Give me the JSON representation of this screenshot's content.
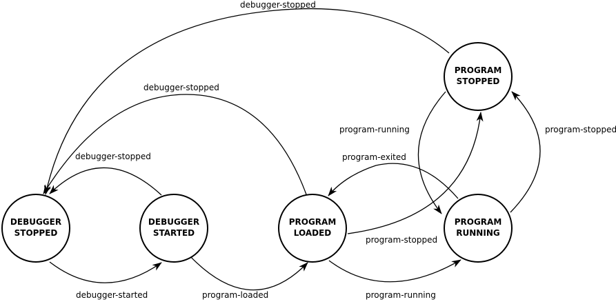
{
  "states": [
    {
      "id": "debugger-stopped",
      "lines": [
        "DEBUGGER",
        "STOPPED"
      ]
    },
    {
      "id": "debugger-started",
      "lines": [
        "DEBUGGER",
        "STARTED"
      ]
    },
    {
      "id": "program-loaded",
      "lines": [
        "PROGRAM",
        "LOADED"
      ]
    },
    {
      "id": "program-running",
      "lines": [
        "PROGRAM",
        "RUNNING"
      ]
    },
    {
      "id": "program-stopped",
      "lines": [
        "PROGRAM",
        "STOPPED"
      ]
    }
  ],
  "transitions": [
    {
      "id": "t1",
      "from": "debugger-stopped",
      "to": "debugger-started",
      "label": "debugger-started"
    },
    {
      "id": "t2",
      "from": "debugger-started",
      "to": "debugger-stopped",
      "label": "debugger-stopped"
    },
    {
      "id": "t3",
      "from": "debugger-started",
      "to": "program-loaded",
      "label": "program-loaded"
    },
    {
      "id": "t4",
      "from": "program-loaded",
      "to": "debugger-stopped",
      "label": "debugger-stopped"
    },
    {
      "id": "t5",
      "from": "program-loaded",
      "to": "program-running",
      "label": "program-running"
    },
    {
      "id": "t6",
      "from": "program-running",
      "to": "program-loaded",
      "label": "program-exited"
    },
    {
      "id": "t7",
      "from": "program-loaded",
      "to": "program-stopped",
      "label": "program-stopped"
    },
    {
      "id": "t8",
      "from": "program-running",
      "to": "program-stopped",
      "label": "program-stopped"
    },
    {
      "id": "t9",
      "from": "program-stopped",
      "to": "program-running",
      "label": "program-running"
    },
    {
      "id": "t10",
      "from": "program-stopped",
      "to": "debugger-stopped",
      "label": "debugger-stopped"
    }
  ]
}
